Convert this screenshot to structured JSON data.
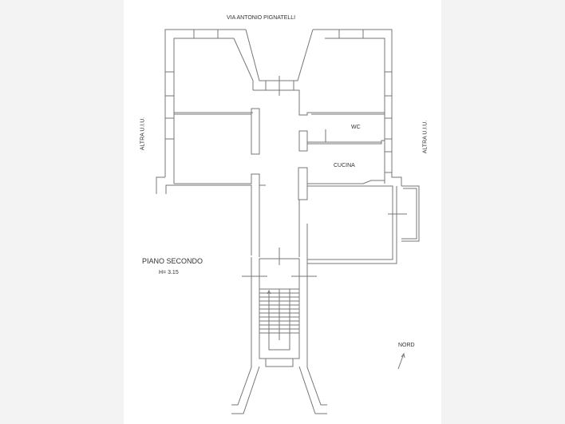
{
  "plan": {
    "street": "VIA ANTONIO PIGNATELLI",
    "left_neighbor": "ALTRA U.I.U.",
    "right_neighbor": "ALTRA U.I.U.",
    "rooms": {
      "wc": "WC",
      "kitchen": "CUCINA"
    },
    "floor_title": "PIANO SECONDO",
    "height": "H= 3.15",
    "north": "NORD"
  }
}
